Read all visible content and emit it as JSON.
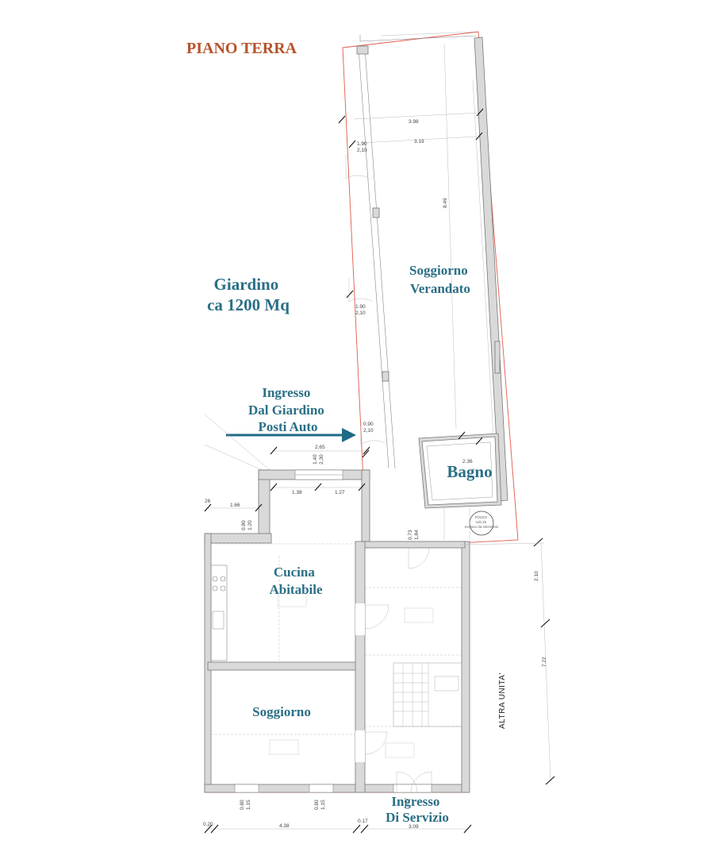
{
  "title": "PIANO TERRA",
  "rooms": {
    "soggiorno_verandato": [
      "Soggiorno",
      "Verandato"
    ],
    "giardino": [
      "Giardino",
      "ca 1200 Mq"
    ],
    "ingresso_giardino": [
      "Ingresso",
      "Dal Giardino",
      "Posti Auto"
    ],
    "bagno": "Bagno",
    "cucina": [
      "Cucina",
      "Abitabile"
    ],
    "soggiorno": "Soggiorno",
    "ingresso_servizio": [
      "Ingresso",
      "Di Servizio"
    ]
  },
  "side_label": "ALTRA UNITA'",
  "dimensions": {
    "d398": "3.98",
    "d319": "3.19",
    "d190a": "1.90",
    "d210a": "2,10",
    "d190b": "1.90",
    "d210b": "2,10",
    "d090": "0.90",
    "d210c": "2,10",
    "d265": "2.65",
    "d140": "1.40",
    "d230": "2,30",
    "d236": "2.36",
    "d138": "1.38",
    "d127": "1.27",
    "d166": "1.66",
    "d26": "26",
    "d080a": "0.80",
    "d120": "1.20",
    "d073": "0.73",
    "d184": "1,84",
    "d210v": "2.10",
    "d722": "7.22",
    "d080b": "0.80",
    "d115a": "1,15",
    "d080c": "0.80",
    "d115b": "1,15",
    "d020": "0.20",
    "d438": "4.38",
    "d017": "0.17",
    "d309": "3.09",
    "d27": "27",
    "d849": "8.49"
  },
  "pozzo": [
    "POZZO",
    "sub.25",
    "escluso da intervento"
  ],
  "colors": {
    "title": "#b5532d",
    "room_label": "#2b6f86",
    "arrow": "#1f6a85",
    "boundary": "#e05a4a"
  }
}
